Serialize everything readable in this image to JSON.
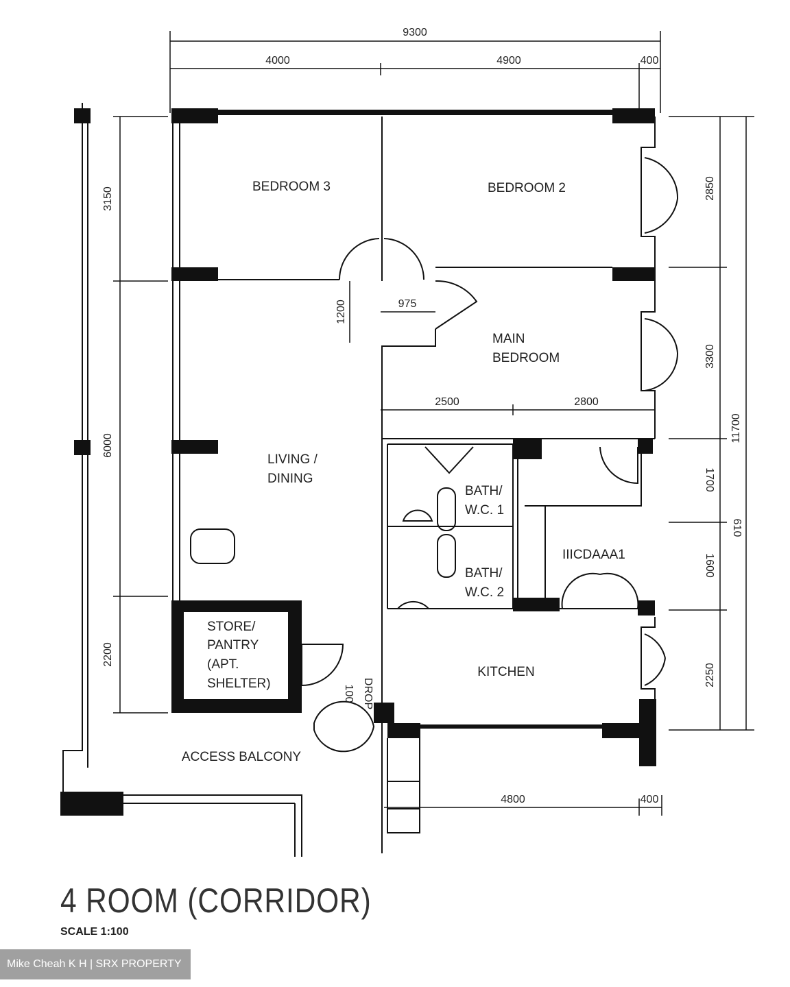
{
  "dimensions": {
    "top_total": "9300",
    "top_segments": [
      "4000",
      "4900",
      "400"
    ],
    "left": [
      "3150",
      "6000",
      "2200"
    ],
    "right": [
      "2850",
      "3300",
      "1700",
      "1600",
      "2250"
    ],
    "right_total": "11700",
    "inner_975": "975",
    "inner_1200": "1200",
    "inner_2500": "2500",
    "inner_2800": "2800",
    "bottom_4800": "4800",
    "bottom_400": "400",
    "mirrored_610": "610"
  },
  "rooms": {
    "bedroom3": "BEDROOM 3",
    "bedroom2": "BEDROOM 2",
    "main_bedroom_1": "MAIN",
    "main_bedroom_2": "BEDROOM",
    "living_1": "LIVING /",
    "living_2": "DINING",
    "bath1_1": "BATH/",
    "bath1_2": "W.C. 1",
    "bath2_1": "BATH/",
    "bath2_2": "W.C. 2",
    "yard": "IIICDAAA1",
    "store_1": "STORE/",
    "store_2": "PANTRY",
    "store_3": "(APT.",
    "store_4": "SHELTER)",
    "kitchen": "KITCHEN",
    "drop_1": "100",
    "drop_2": "DROP",
    "balcony": "ACCESS BALCONY"
  },
  "title": "4 ROOM (CORRIDOR)",
  "scale": "SCALE   1:100",
  "watermark": "Mike Cheah K H | SRX PROPERTY"
}
